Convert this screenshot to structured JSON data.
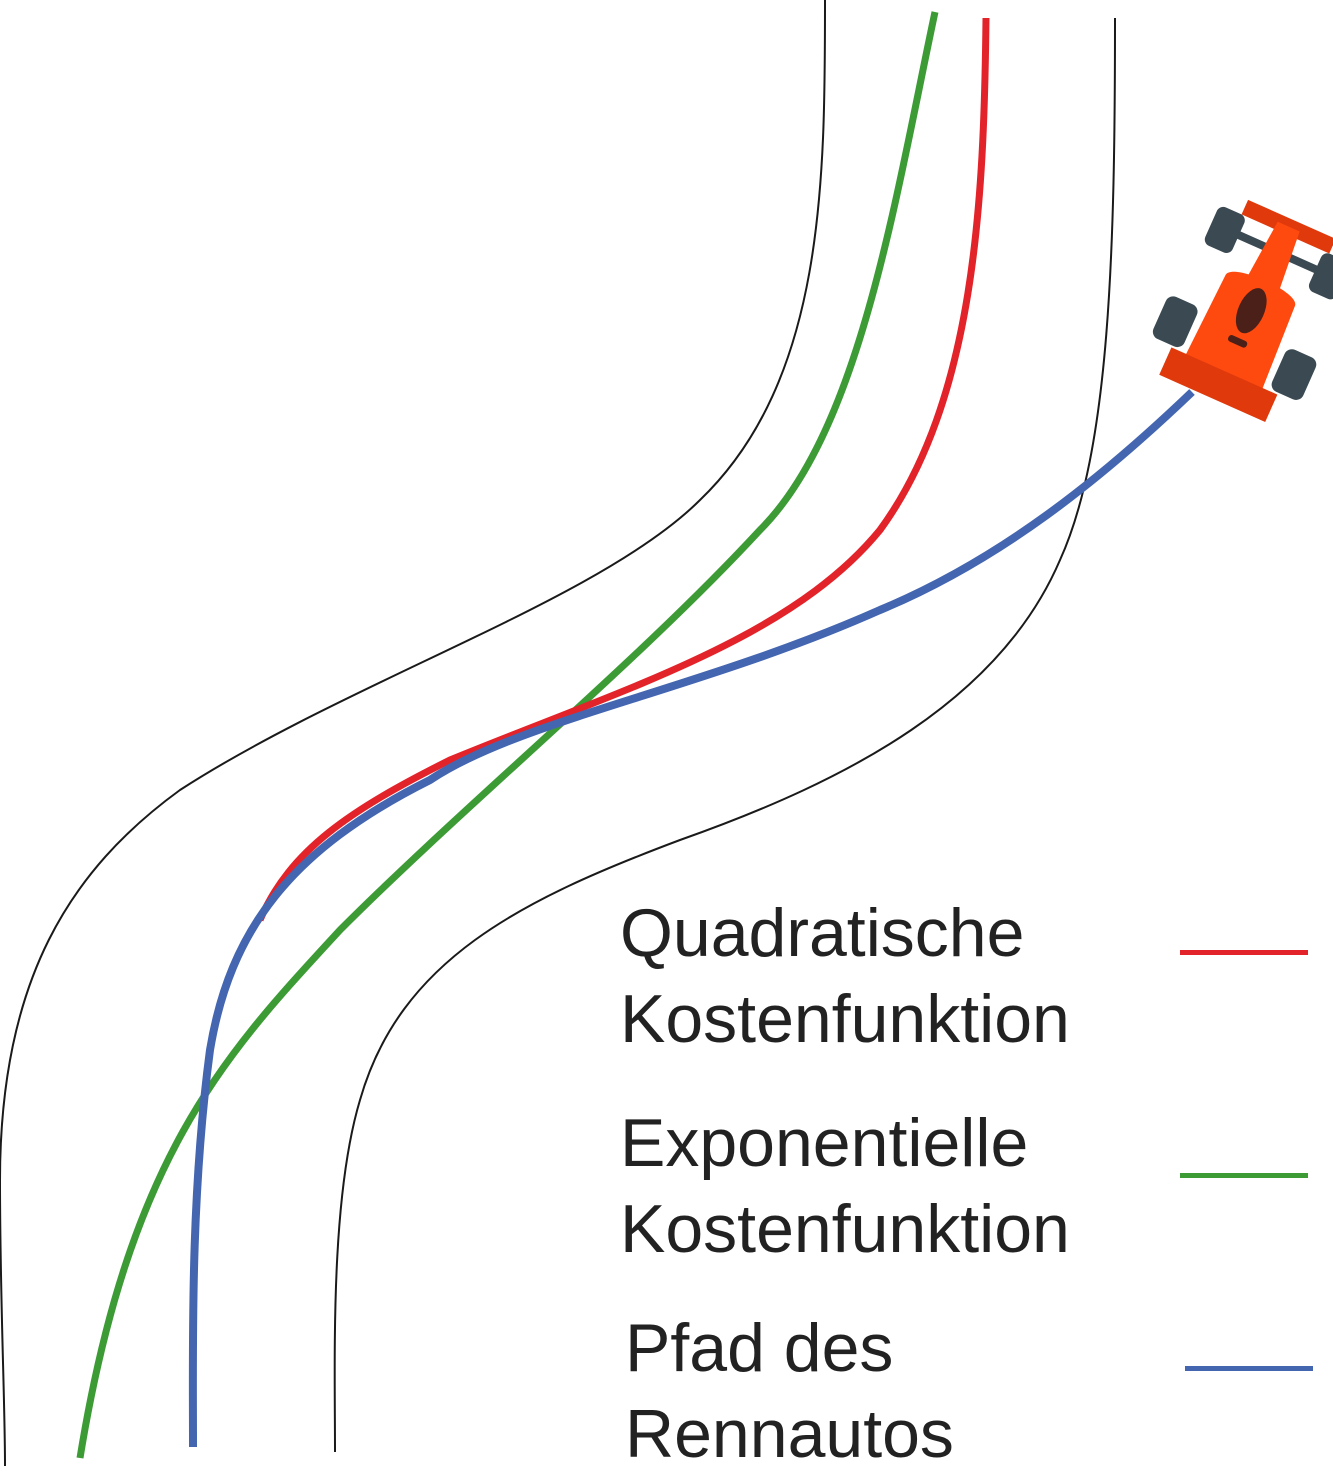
{
  "legend": [
    {
      "label": "Quadratische\nKostenfunktion",
      "color": "#e3232a"
    },
    {
      "label": "Exponentielle\nKostenfunktion",
      "color": "#3c9b35"
    },
    {
      "label": "Pfad des\nRennautos",
      "color": "#4466b0"
    }
  ],
  "colors": {
    "track_border": "#1a1a1a",
    "car_body": "#ff4a0f",
    "car_wing": "#e03a0c",
    "car_tire": "#3b4a52",
    "car_cockpit": "#4a2018"
  },
  "icons": {
    "car": "race-car-icon"
  }
}
